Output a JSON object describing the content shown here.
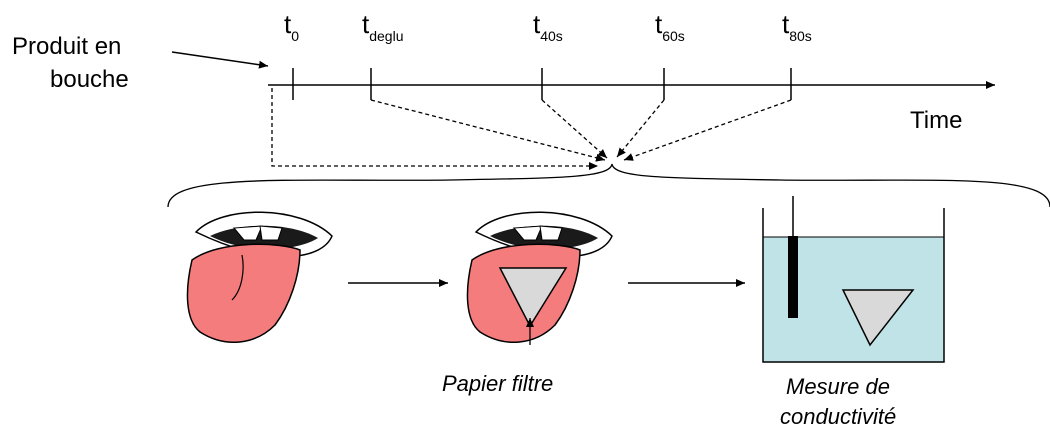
{
  "intro_label_line1": "Produit en",
  "intro_label_line2": "bouche",
  "time_label": "Time",
  "ticks": [
    {
      "main": "t",
      "sub": "0"
    },
    {
      "main": "t",
      "sub": "deglu"
    },
    {
      "main": "t",
      "sub": "40s"
    },
    {
      "main": "t",
      "sub": "60s"
    },
    {
      "main": "t",
      "sub": "80s"
    }
  ],
  "caption_filter": "Papier filtre",
  "caption_measure_line1": "Mesure de",
  "caption_measure_line2": "conductivité",
  "colors": {
    "tongue": "#f47c7c",
    "filter_paper": "#d9d9d9",
    "beaker_water": "#bfe3e6",
    "lips": "#ffffff",
    "mouth_dark": "#1a1a1a"
  }
}
